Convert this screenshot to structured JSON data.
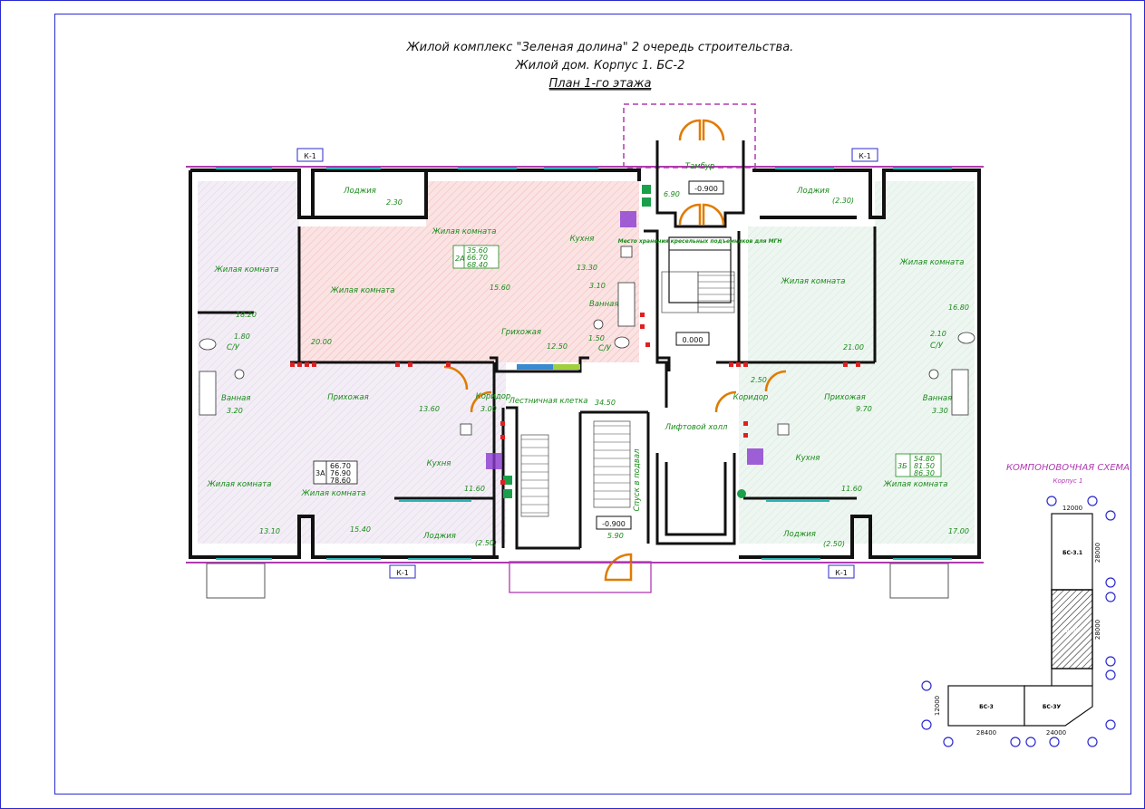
{
  "title": {
    "line1": "Жилой комплекс \"Зеленая долина\" 2 очередь строительства.",
    "line2": "Жилой дом. Корпус 1. БС-2",
    "line3": "План 1-го этажа"
  },
  "section_marks": [
    "К-1",
    "К-1",
    "К-1",
    "К-1"
  ],
  "levels": {
    "tambour": "-0.900",
    "floor": "0.000",
    "entry": "-0.900"
  },
  "rooms": {
    "tambour": "Тамбур",
    "tambour_area": "6.90",
    "loggia": "Лоджия",
    "loggia_tl_area": "2.30",
    "loggia_tr_area": "(2.30)",
    "loggia_bl_area": "(2.50)",
    "loggia_br_area": "(2.50)",
    "living": "Жилая комната",
    "kitchen": "Кухня",
    "hall": "Прихожая",
    "hall2": "Грихожая",
    "bath": "Ванная",
    "wc": "С/У",
    "corridor": "Коридор",
    "stair": "Лестничная клетка",
    "lift_hall": "Лифтовой холл",
    "basement_exit": "Спуск в подвал",
    "mgn_storage": "Место хранения кресельных подъемников для МГН"
  },
  "areas": {
    "tl_living": "18.20",
    "tl_wc": "1.80",
    "tl_bath": "3.20",
    "tm_living": "20.00",
    "tm_living2": "15.60",
    "tm_kitchen": "13.30",
    "tm_wc": "3.10",
    "tm_bath": "1.50",
    "tm_hall": "12.50",
    "bl_hall": "13.60",
    "bl_corr": "3.00",
    "bl_kitchen": "11.60",
    "bl_living1": "13.10",
    "bl_living2": "15.40",
    "stair": "34.50",
    "stair_low": "5.90",
    "tr_living": "21.00",
    "tr_living2": "16.80",
    "tr_wc": "2.10",
    "br_corr": "2.50",
    "br_hall": "9.70",
    "br_bath": "3.30",
    "br_kitchen": "11.60",
    "br_living": "17.00"
  },
  "apartments": [
    {
      "code": "2А",
      "values": [
        "35.60",
        "66.70",
        "68.40"
      ]
    },
    {
      "code": "3А",
      "values": [
        "66.70",
        "76.90",
        "78.60"
      ]
    },
    {
      "code": "3Б",
      "values": [
        "54.80",
        "81.50",
        "86.30"
      ]
    }
  ],
  "scheme": {
    "title": "КОМПОНОВОЧНАЯ СХЕМА",
    "subtitle": "Корпус 1",
    "blocks": [
      "БС-3.1",
      "БС-2",
      "БС-3",
      "БС-3У"
    ],
    "dims": [
      "12000",
      "28000",
      "28000",
      "12000",
      "28400",
      "24000"
    ]
  },
  "colors": {
    "frame": "#2a2ad0",
    "wall": "#111111",
    "text_green": "#1a8a1a",
    "facade": "#b03ab0",
    "door": "#e07b00",
    "window": "#2bb5b5"
  }
}
